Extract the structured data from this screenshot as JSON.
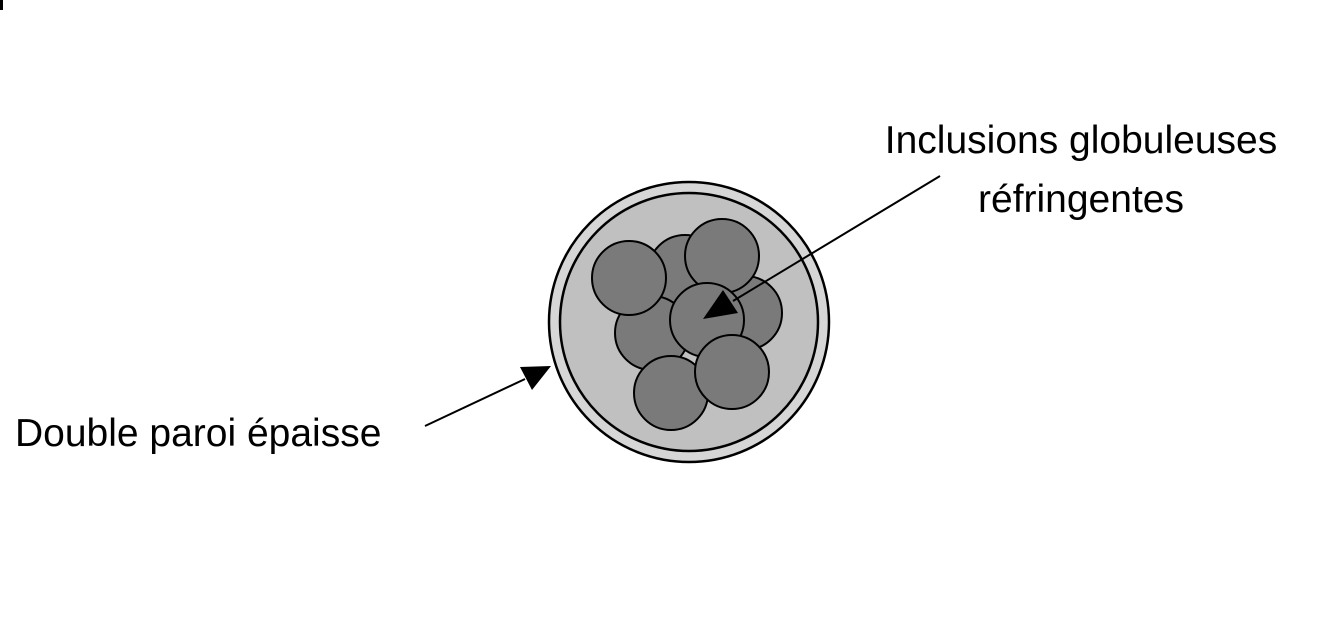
{
  "labels": {
    "inclusions_line1": "Inclusions globuleuses",
    "inclusions_line2": "réfringentes",
    "wall": "Double paroi épaisse"
  },
  "colors": {
    "outer_wall": "#d6d6d6",
    "inner_wall": "#c0c0c0",
    "globule": "#7a7a7a",
    "stroke": "#000000"
  }
}
